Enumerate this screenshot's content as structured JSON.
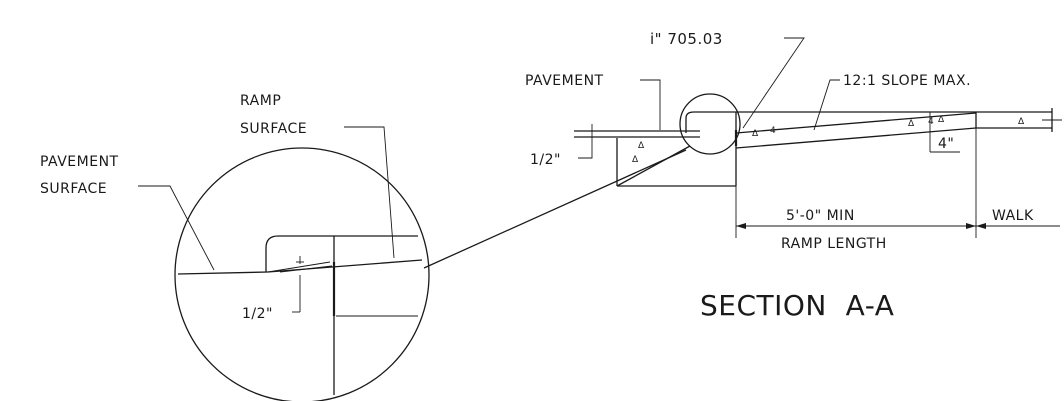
{
  "detail": {
    "ramp_surface": "RAMP\nSURFACE",
    "ramp_surface_line1": "RAMP",
    "ramp_surface_line2": "SURFACE",
    "pavement_surface_line1": "PAVEMENT",
    "pavement_surface_line2": "SURFACE",
    "lip_dimension": "1/2\""
  },
  "section": {
    "elevation_callout": "i\" 705.03",
    "pavement_label": "PAVEMENT",
    "slope_label": "12:1 SLOPE MAX.",
    "lip_dimension": "1/2\"",
    "thickness_label": "4\"",
    "ramp_min_length": "5'-0\" MIN",
    "ramp_length_label": "RAMP LENGTH",
    "walk_label": "WALK",
    "title": "SECTION  A-A",
    "concrete_mark_a": "4",
    "concrete_mark_b": "4"
  }
}
